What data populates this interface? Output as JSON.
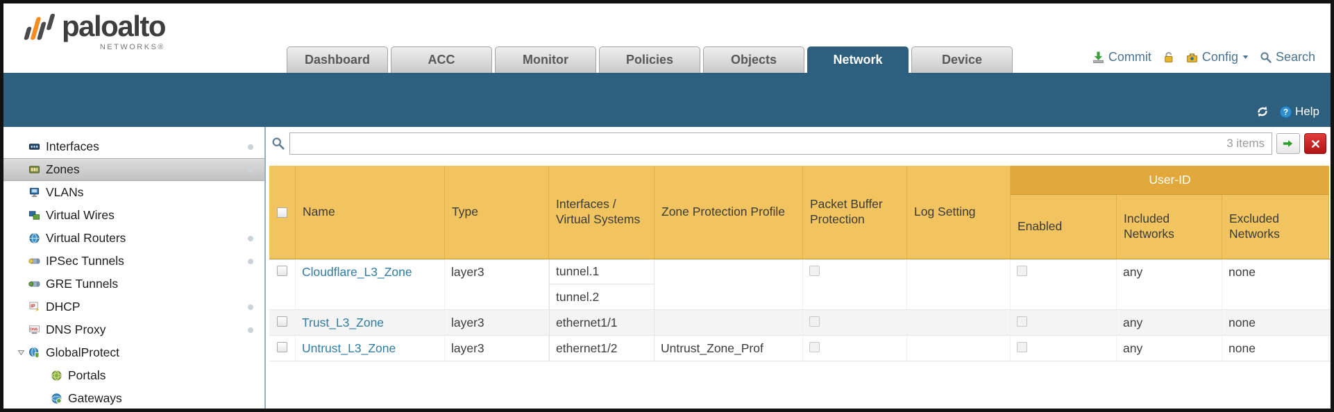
{
  "colors": {
    "accent_teal": "#2e5f7f",
    "header_amber": "#f1c45f",
    "group_amber": "#e2a83b",
    "link_blue": "#2e7ca1",
    "clear_red": "#c81e1e",
    "go_green": "#2e9e2e",
    "brand_orange": "#f68b1f"
  },
  "brand": {
    "logo_text": "paloalto",
    "logo_sub": "NETWORKS®"
  },
  "tabs": [
    {
      "label": "Dashboard",
      "active": false
    },
    {
      "label": "ACC",
      "active": false
    },
    {
      "label": "Monitor",
      "active": false
    },
    {
      "label": "Policies",
      "active": false
    },
    {
      "label": "Objects",
      "active": false
    },
    {
      "label": "Network",
      "active": true
    },
    {
      "label": "Device",
      "active": false
    }
  ],
  "topbar": {
    "commit_label": "Commit",
    "config_label": "Config",
    "search_label": "Search"
  },
  "subheader": {
    "help_label": "Help"
  },
  "sidebar": {
    "items": [
      {
        "label": "Interfaces",
        "icon": "interfaces-icon",
        "dot": true,
        "selected": false,
        "indent": 0,
        "expander": false
      },
      {
        "label": "Zones",
        "icon": "zones-icon",
        "dot": true,
        "selected": true,
        "indent": 0,
        "expander": false
      },
      {
        "label": "VLANs",
        "icon": "vlans-icon",
        "dot": false,
        "selected": false,
        "indent": 0,
        "expander": false
      },
      {
        "label": "Virtual Wires",
        "icon": "virtual-wires-icon",
        "dot": false,
        "selected": false,
        "indent": 0,
        "expander": false
      },
      {
        "label": "Virtual Routers",
        "icon": "virtual-routers-icon",
        "dot": true,
        "selected": false,
        "indent": 0,
        "expander": false
      },
      {
        "label": "IPSec Tunnels",
        "icon": "ipsec-tunnels-icon",
        "dot": true,
        "selected": false,
        "indent": 0,
        "expander": false
      },
      {
        "label": "GRE Tunnels",
        "icon": "gre-tunnels-icon",
        "dot": false,
        "selected": false,
        "indent": 0,
        "expander": false
      },
      {
        "label": "DHCP",
        "icon": "dhcp-icon",
        "dot": true,
        "selected": false,
        "indent": 0,
        "expander": false
      },
      {
        "label": "DNS Proxy",
        "icon": "dns-proxy-icon",
        "dot": true,
        "selected": false,
        "indent": 0,
        "expander": false
      },
      {
        "label": "GlobalProtect",
        "icon": "globalprotect-icon",
        "dot": false,
        "selected": false,
        "indent": 0,
        "expander": true
      },
      {
        "label": "Portals",
        "icon": "portals-icon",
        "dot": false,
        "selected": false,
        "indent": 1,
        "expander": false
      },
      {
        "label": "Gateways",
        "icon": "gateways-icon",
        "dot": false,
        "selected": false,
        "indent": 1,
        "expander": false
      }
    ]
  },
  "search": {
    "value": "",
    "placeholder": ""
  },
  "toolbar": {
    "items_count": "3 items"
  },
  "table": {
    "group_header": "User-ID",
    "columns": [
      "Name",
      "Type",
      "Interfaces / Virtual Systems",
      "Zone Protection Profile",
      "Packet Buffer Protection",
      "Log Setting",
      "Enabled",
      "Included Networks",
      "Excluded Networks"
    ],
    "rows": [
      {
        "name": "Cloudflare_L3_Zone",
        "type": "layer3",
        "interfaces": [
          "tunnel.1",
          "tunnel.2"
        ],
        "zone_protection_profile": "",
        "log_setting": "",
        "included_networks": "any",
        "excluded_networks": "none"
      },
      {
        "name": "Trust_L3_Zone",
        "type": "layer3",
        "interfaces": [
          "ethernet1/1"
        ],
        "zone_protection_profile": "",
        "log_setting": "",
        "included_networks": "any",
        "excluded_networks": "none"
      },
      {
        "name": "Untrust_L3_Zone",
        "type": "layer3",
        "interfaces": [
          "ethernet1/2"
        ],
        "zone_protection_profile": "Untrust_Zone_Prof",
        "log_setting": "",
        "included_networks": "any",
        "excluded_networks": "none"
      }
    ]
  }
}
